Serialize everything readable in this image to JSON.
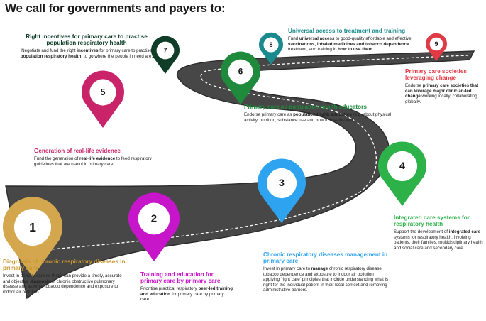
{
  "title": "We call for governments and payers to:",
  "colors": {
    "road": "#474747",
    "road_edge": "#2c2c2c",
    "lane": "#ffffff",
    "pin_1": "#d4a74f",
    "pin_2": "#c716c9",
    "pin_3": "#2ea3ef",
    "pin_4": "#2db24a",
    "pin_5": "#c9246a",
    "pin_6": "#1f8a3c",
    "pin_7": "#0f3d28",
    "pin_8": "#1b8a8e",
    "pin_9": "#e03a44"
  },
  "steps": [
    {
      "number": "1",
      "color": "#d4a74f",
      "heading_color": "#c8962f",
      "heading": "Diagnosis of chronic respiratory diseases in primary care",
      "body": [
        {
          "t": "Invest in primary care so that it can provide a timely, accurate and objective "
        },
        {
          "t": "diagnosis",
          "b": true
        },
        {
          "t": " of chronic obstructive pulmonary disease and asthma, tobacco dependence and exposure to indoor air pollution."
        }
      ]
    },
    {
      "number": "2",
      "color": "#c716c9",
      "heading_color": "#c716c9",
      "heading": "Training and education for primary care by primary care",
      "body": [
        {
          "t": "Prioritise practical respiratory "
        },
        {
          "t": "peer-led training and education",
          "b": true
        },
        {
          "t": " for primary care by primary care."
        }
      ]
    },
    {
      "number": "3",
      "color": "#2ea3ef",
      "heading_color": "#2ea3ef",
      "heading": "Chronic respiratory diseases management in primary care",
      "body": [
        {
          "t": "Invest in primary care to "
        },
        {
          "t": "manage",
          "b": true
        },
        {
          "t": " chronic respiratory disease, tobacco dependence and exposure to indoor air pollution applying 'right care' principles that include understanding what is right for the individual patient in their local context and removing administrative barriers."
        }
      ]
    },
    {
      "number": "4",
      "color": "#2db24a",
      "heading_color": "#2db24a",
      "heading": "Integrated care systems for respiratory health",
      "body": [
        {
          "t": "Support the development of "
        },
        {
          "t": "integrated care",
          "b": true
        },
        {
          "t": " systems for respiratory health, involving patients, their families, multidisciplinary health and social care and secondary care."
        }
      ]
    },
    {
      "number": "5",
      "color": "#c9246a",
      "heading_color": "#c9246a",
      "heading": "Generation of real-life evidence",
      "body": [
        {
          "t": "Fund the generation of "
        },
        {
          "t": "real-life evidence",
          "b": true
        },
        {
          "t": " to feed respiratory guidelines that are useful in primary care."
        }
      ]
    },
    {
      "number": "6",
      "color": "#1f8a3c",
      "heading_color": "#1f8a3c",
      "heading": "Primary care as population health educators",
      "body": [
        {
          "t": "Endorse primary care as "
        },
        {
          "t": "population health educators",
          "b": true
        },
        {
          "t": " (e.g. about physical activity, nutrition, substance use and how to breathe well)."
        }
      ]
    },
    {
      "number": "7",
      "color": "#0f3d28",
      "heading_color": "#0f3d28",
      "heading": "Right incentives for primary care to practise population respiratory health",
      "body": [
        {
          "t": "Negotiate and fund the right "
        },
        {
          "t": "incentives",
          "b": true
        },
        {
          "t": " for primary care to practise "
        },
        {
          "t": "population respiratory health",
          "b": true
        },
        {
          "t": ": to go where the people in need are."
        }
      ]
    },
    {
      "number": "8",
      "color": "#1b8a8e",
      "heading_color": "#1b8a8e",
      "heading": "Universal access to treatment and training",
      "body": [
        {
          "t": "Fund "
        },
        {
          "t": "universal access",
          "b": true
        },
        {
          "t": " to good-quality affordable and effective "
        },
        {
          "t": "vaccinations, inhaled medicines and tobacco dependence",
          "b": true
        },
        {
          "t": " treatment, and training in "
        },
        {
          "t": "how to use them",
          "b": true
        },
        {
          "t": "."
        }
      ]
    },
    {
      "number": "9",
      "color": "#e03a44",
      "heading_color": "#e03a44",
      "heading": "Primary care societies leveraging change",
      "body": [
        {
          "t": "Endorse "
        },
        {
          "t": "primary care societies that can leverage major clinician-led change",
          "b": true
        },
        {
          "t": " working locally, collaborating globally."
        }
      ]
    }
  ]
}
